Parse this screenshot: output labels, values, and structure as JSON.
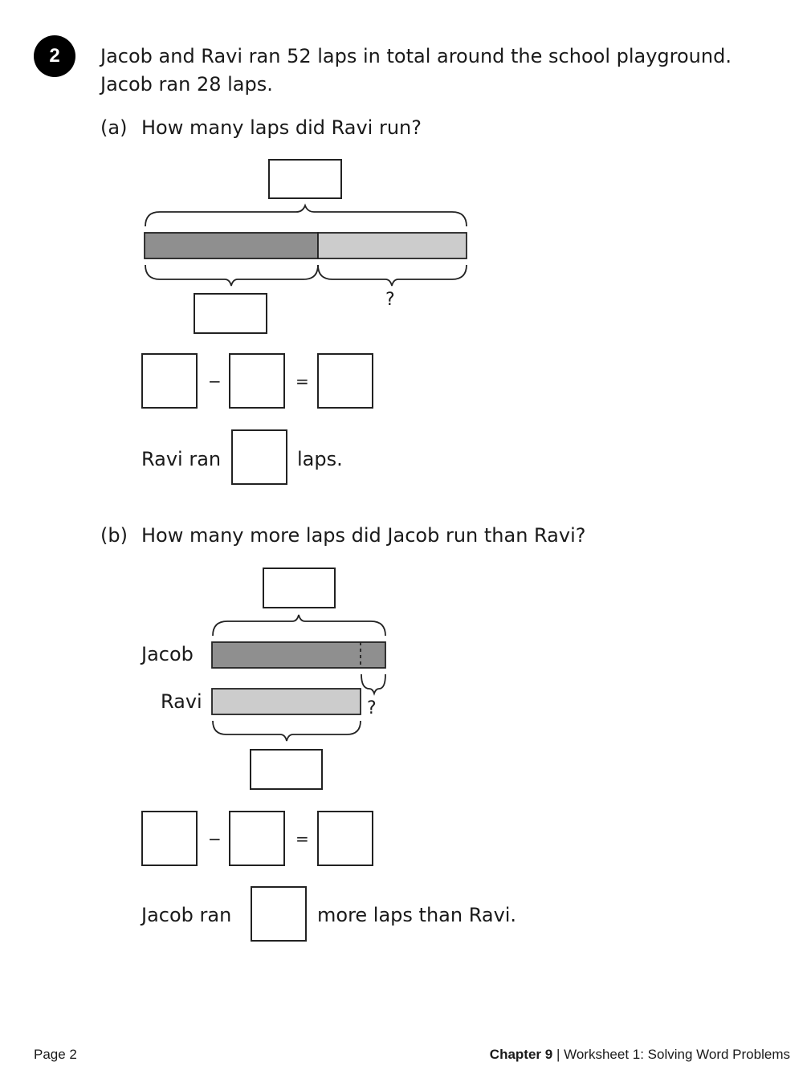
{
  "question": {
    "number": "2",
    "line1": "Jacob and Ravi ran 52 laps in total around the school playground.",
    "line2": "Jacob ran 28 laps."
  },
  "part_a": {
    "label": "(a)",
    "prompt": "How many laps did Ravi run?",
    "unknown_mark": "?",
    "minus": "−",
    "equals": "=",
    "answer_before": "Ravi ran",
    "answer_after": "laps."
  },
  "part_b": {
    "label": "(b)",
    "prompt": "How many more laps did Jacob run than Ravi?",
    "jacob_label": "Jacob",
    "ravi_label": "Ravi",
    "unknown_mark": "?",
    "minus": "−",
    "equals": "=",
    "answer_before": "Jacob ran",
    "answer_after": "more laps than Ravi."
  },
  "footer": {
    "page": "Page 2",
    "chapter": "Chapter 9",
    "separator": "|",
    "worksheet": "Worksheet 1: Solving Word Problems"
  },
  "colors": {
    "jacob_bar": "#8f8f8f",
    "ravi_bar": "#cccccc",
    "outline": "#222222"
  }
}
